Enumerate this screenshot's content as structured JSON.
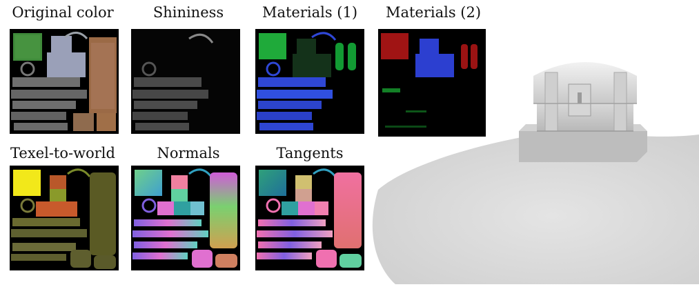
{
  "figure": {
    "row1": [
      {
        "label": "Original color"
      },
      {
        "label": "Shininess"
      },
      {
        "label": "Materials (1)"
      },
      {
        "label": "Materials (2)"
      }
    ],
    "row2": [
      {
        "label": "Texel-to-world"
      },
      {
        "label": "Normals"
      },
      {
        "label": "Tangents"
      }
    ]
  },
  "colors": {
    "tile_background": "#000000",
    "materials1_green": "#1faa3a",
    "materials1_blue": "#2f47d6",
    "materials2_red": "#a01414",
    "materials2_blue": "#2c3fd0",
    "texel_yellow": "#f2e81a",
    "scene_gray": "#d8d8d8"
  },
  "icons": [
    "treasure-chest-render"
  ]
}
